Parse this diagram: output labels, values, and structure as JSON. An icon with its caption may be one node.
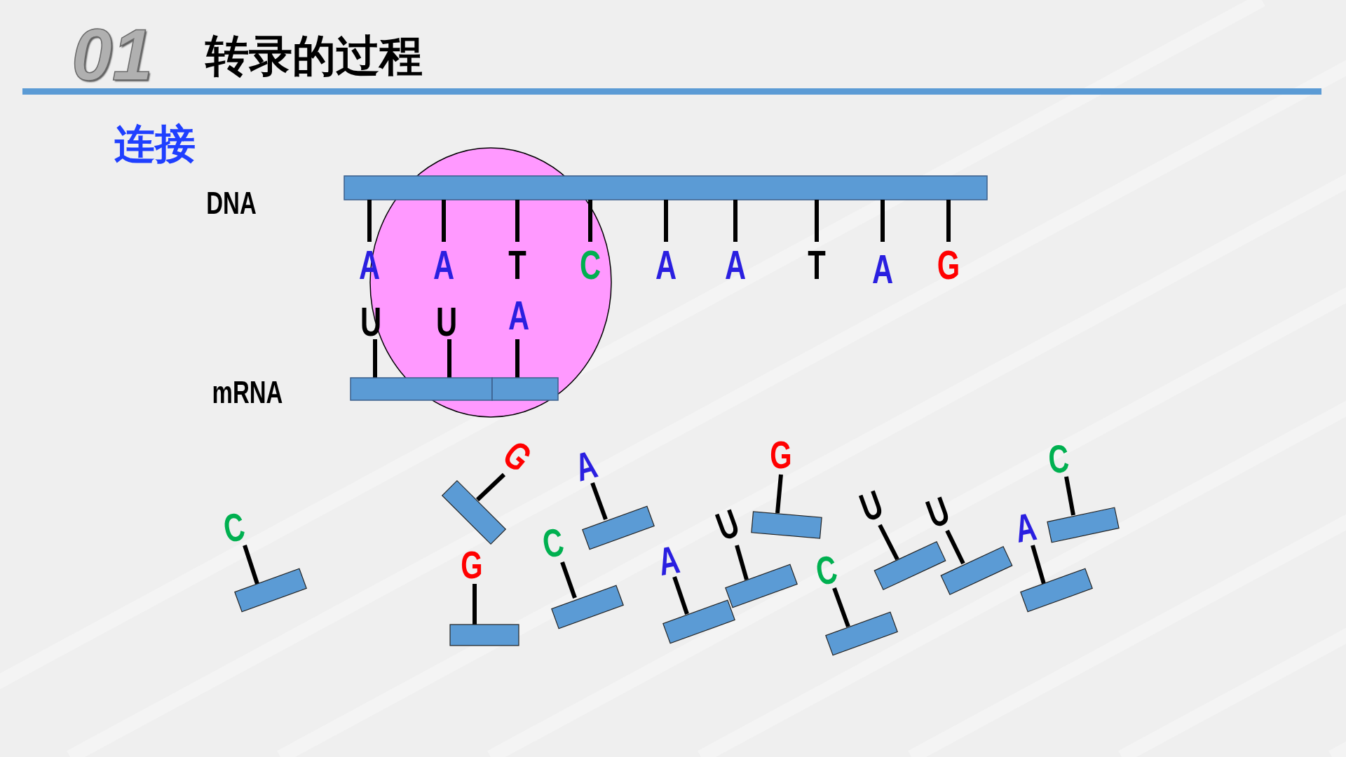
{
  "diagram": {
    "title": "转录的过程",
    "labels": [
      "01",
      "连接",
      "DNA",
      "A",
      "A",
      "T",
      "C",
      "A",
      "A",
      "T",
      "A",
      "G",
      "U",
      "U",
      "A",
      "mRNA",
      "C",
      "G",
      "G",
      "A",
      "C",
      "G",
      "A",
      "U",
      "C",
      "U",
      "U",
      "A",
      "C"
    ]
  }
}
